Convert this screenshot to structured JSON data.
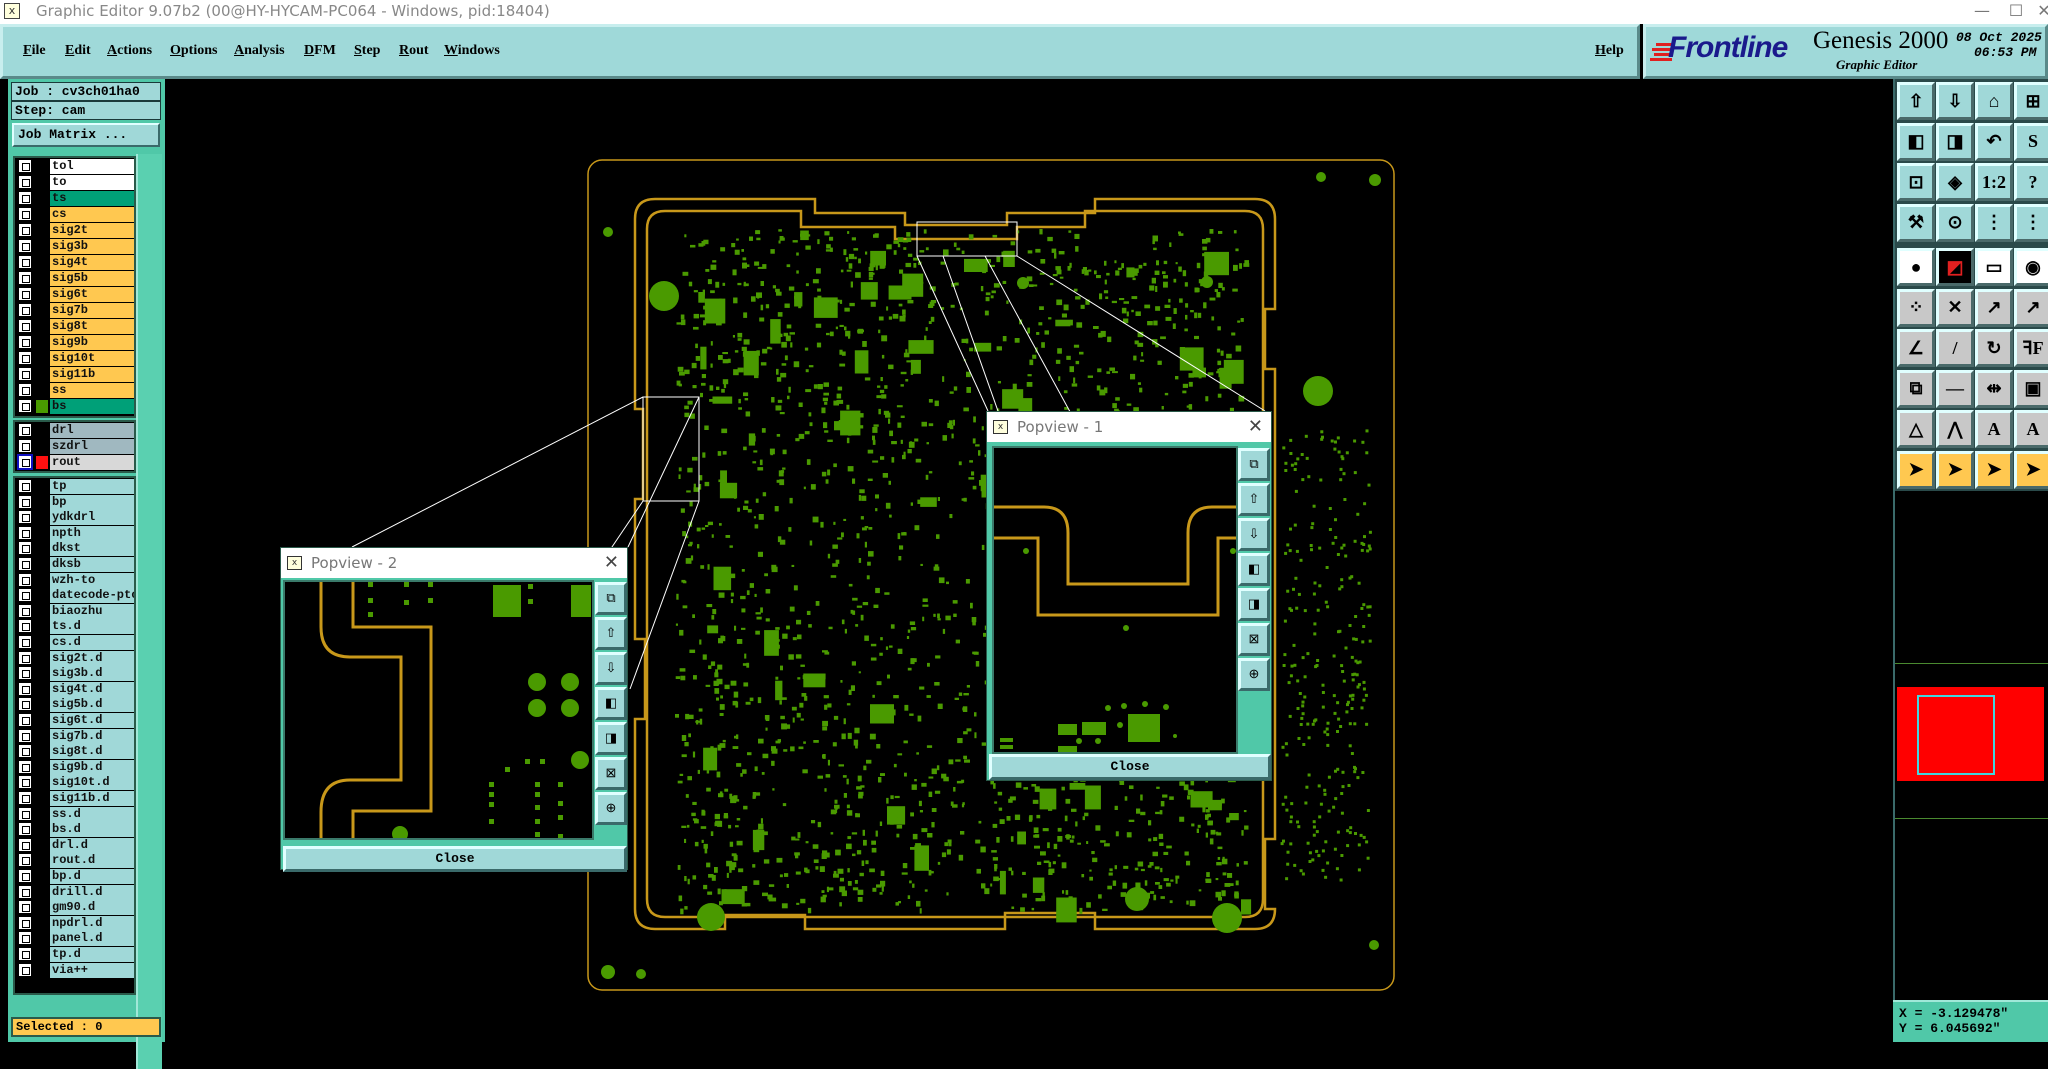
{
  "window": {
    "title": "Graphic Editor 9.07b2 (00@HY-HYCAM-PC064 - Windows, pid:18404)",
    "minimize": "—",
    "maximize": "☐",
    "close": "✕"
  },
  "menu": {
    "items": [
      "File",
      "Edit",
      "Actions",
      "Options",
      "Analysis",
      "DFM",
      "Step",
      "Rout",
      "Windows"
    ],
    "help": "Help"
  },
  "logo": {
    "brand": "Frontline",
    "product": "Genesis 2000",
    "subtitle": "Graphic Editor",
    "date": "08 Oct 2025",
    "time": "06:53 PM"
  },
  "job": {
    "job": "Job : cv3ch01ha0",
    "step": "Step: cam",
    "matrix_button": "Job Matrix ..."
  },
  "layers": {
    "board": [
      {
        "name": "tol",
        "color": "#ffffff",
        "swatch": ""
      },
      {
        "name": "to",
        "color": "#ffffff",
        "swatch": ""
      },
      {
        "name": "ts",
        "color": "#00a078",
        "swatch": ""
      },
      {
        "name": "cs",
        "color": "#ffc850",
        "swatch": ""
      },
      {
        "name": "sig2t",
        "color": "#ffc850",
        "swatch": ""
      },
      {
        "name": "sig3b",
        "color": "#ffc850",
        "swatch": ""
      },
      {
        "name": "sig4t",
        "color": "#ffc850",
        "swatch": ""
      },
      {
        "name": "sig5b",
        "color": "#ffc850",
        "swatch": ""
      },
      {
        "name": "sig6t",
        "color": "#ffc850",
        "swatch": ""
      },
      {
        "name": "sig7b",
        "color": "#ffc850",
        "swatch": ""
      },
      {
        "name": "sig8t",
        "color": "#ffc850",
        "swatch": ""
      },
      {
        "name": "sig9b",
        "color": "#ffc850",
        "swatch": ""
      },
      {
        "name": "sig10t",
        "color": "#ffc850",
        "swatch": ""
      },
      {
        "name": "sig11b",
        "color": "#ffc850",
        "swatch": ""
      },
      {
        "name": "ss",
        "color": "#ffc850",
        "swatch": ""
      },
      {
        "name": "bs",
        "color": "#00a078",
        "swatch": "#4a9a00"
      }
    ],
    "drill": [
      {
        "name": "drl",
        "color": "#a0b8c0",
        "swatch": ""
      },
      {
        "name": "szdrl",
        "color": "#a0b8c0",
        "swatch": ""
      },
      {
        "name": "rout",
        "color": "#d8d8d8",
        "swatch": "#ff1010",
        "active": true
      }
    ],
    "misc": [
      "tp",
      "bp",
      "ydkdrl",
      "npth",
      "dkst",
      "dksb",
      "wzh-to",
      "datecode-ptc",
      "biaozhu",
      "ts.d",
      "cs.d",
      "sig2t.d",
      "sig3b.d",
      "sig4t.d",
      "sig5b.d",
      "sig6t.d",
      "sig7b.d",
      "sig8t.d",
      "sig9b.d",
      "sig10t.d",
      "sig11b.d",
      "ss.d",
      "bs.d",
      "drl.d",
      "rout.d",
      "bp.d",
      "drill.d",
      "gm90.d",
      "npdrl.d",
      "panel.d",
      "tp.d",
      "via++"
    ],
    "misc_color": "#a0d8d8"
  },
  "selected": "Selected : 0",
  "coords": {
    "x": "X = -3.129478\"",
    "y": "Y = 6.045692\""
  },
  "popview1": {
    "title": "Popview - 1",
    "close": "Close"
  },
  "popview2": {
    "title": "Popview - 2",
    "close": "Close"
  },
  "colors": {
    "pad": "#4a9a00",
    "outline": "#c8981a",
    "panel": "#50c8a8",
    "button": "#a0d8d8"
  }
}
